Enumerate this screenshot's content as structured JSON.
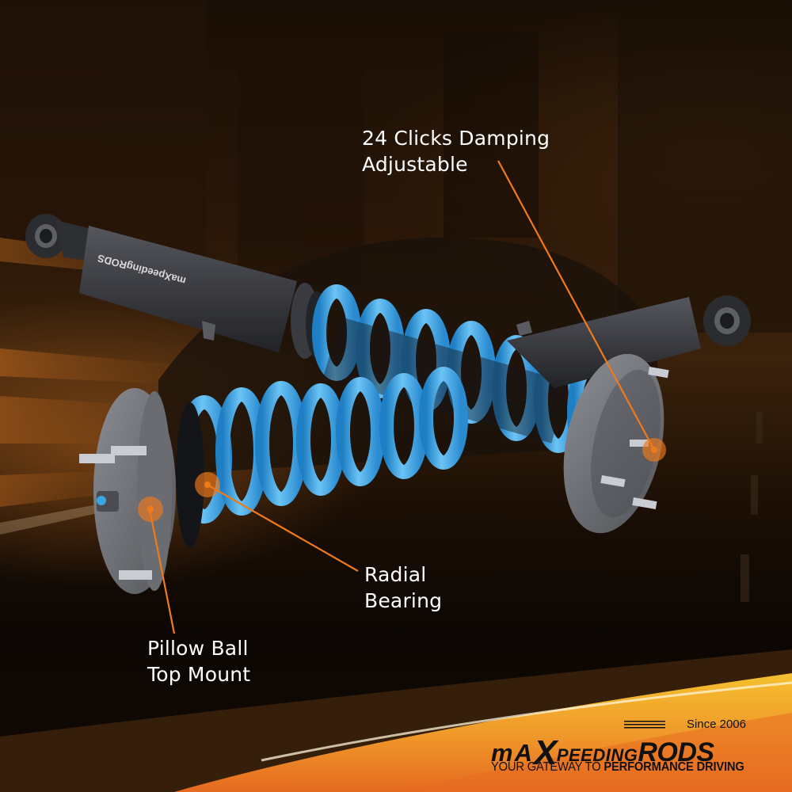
{
  "product": {
    "description": "Coilover suspension kit (pair) with blue springs and grey shock bodies",
    "colors": {
      "spring_blue": "#3aa6e8",
      "shock_body": "#3c3d42",
      "mount_plate": "#6e7077",
      "callout_orange": "#f07a1a",
      "background_dark": "#120904",
      "background_amber": "#8a4e14"
    }
  },
  "callouts": [
    {
      "id": "damping",
      "lines": [
        "24 Clicks Damping",
        "Adjustable"
      ]
    },
    {
      "id": "radial",
      "lines": [
        "Radial",
        "Bearing"
      ]
    },
    {
      "id": "pillow",
      "lines": [
        "Pillow Ball",
        "Top Mount"
      ]
    }
  ],
  "shock_print": "maXpeedingRODS",
  "logo": {
    "brand_ma": "mA",
    "brand_x": "X",
    "brand_peeding": "PEEDING",
    "brand_rods": "RODS",
    "since": "Since 2006",
    "tagline_light": "YOUR GATEWAY TO ",
    "tagline_bold": "PERFORMANCE DRIVING"
  }
}
